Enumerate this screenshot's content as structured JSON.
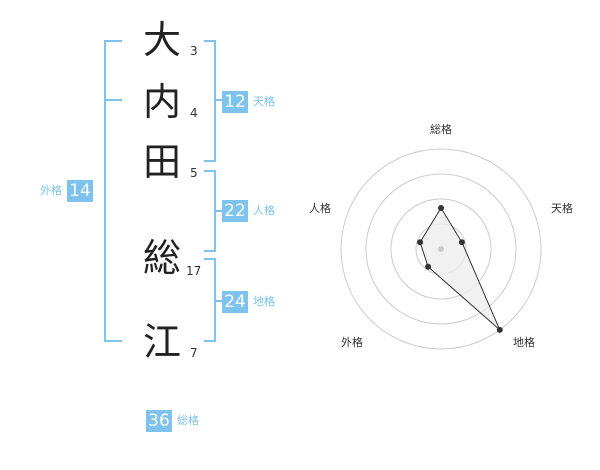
{
  "name": {
    "characters": [
      {
        "char": "大",
        "strokes": "3"
      },
      {
        "char": "内",
        "strokes": "4"
      },
      {
        "char": "田",
        "strokes": "5"
      },
      {
        "char": "総",
        "strokes": "17"
      },
      {
        "char": "江",
        "strokes": "7"
      }
    ]
  },
  "scores": {
    "tenkaku": {
      "value": "12",
      "label": "天格"
    },
    "jinkaku": {
      "value": "22",
      "label": "人格"
    },
    "chikaku": {
      "value": "24",
      "label": "地格"
    },
    "gaikaku": {
      "value": "14",
      "label": "外格"
    },
    "soukaku": {
      "value": "36",
      "label": "総格"
    }
  },
  "colors": {
    "accent": "#7ec3ee",
    "radar_ring": "#cccccc",
    "radar_fill": "#eeeeee",
    "radar_line": "#333333"
  },
  "chart_data": {
    "type": "radar",
    "axes": [
      "総格",
      "天格",
      "地格",
      "外格",
      "人格"
    ],
    "values": [
      0.41,
      0.22,
      1.0,
      0.22,
      0.22
    ],
    "range": [
      0,
      1
    ],
    "rings": 4
  }
}
